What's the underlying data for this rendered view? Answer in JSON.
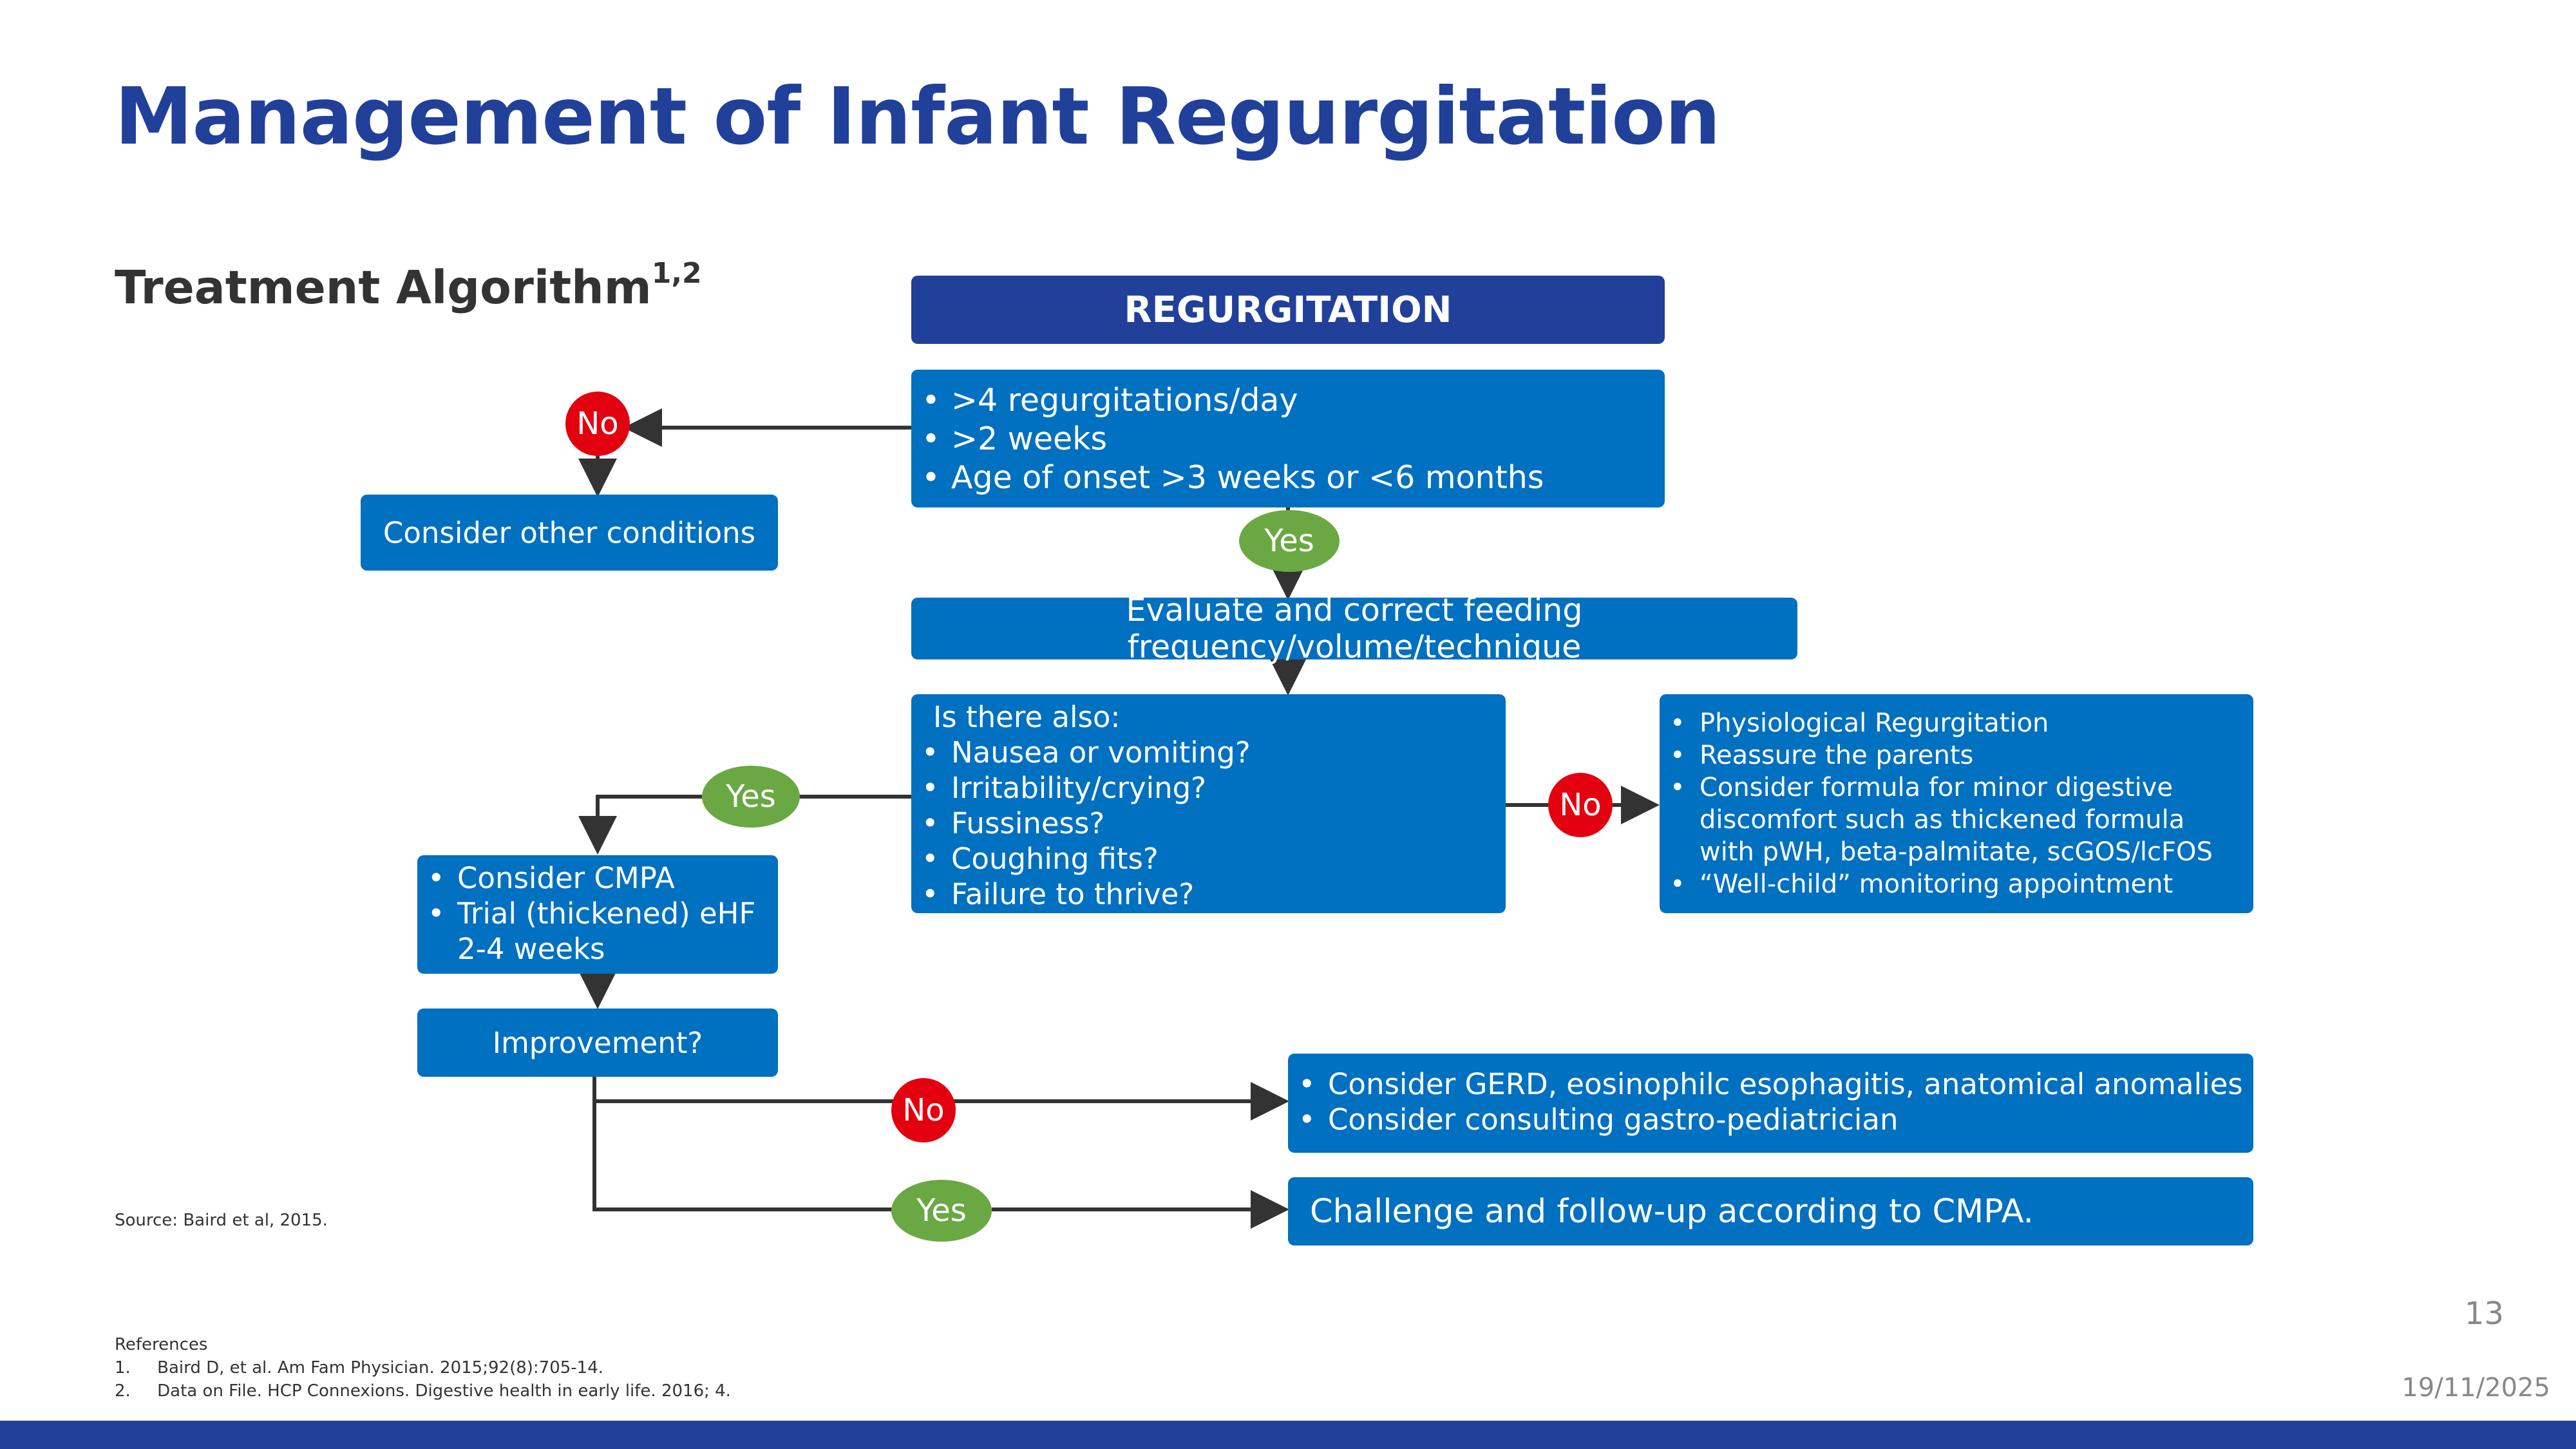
{
  "title": "Management of Infant Regurgitation",
  "subtitle": {
    "text": "Treatment Algorithm",
    "superscript": "1,2"
  },
  "flow": {
    "regurgitation": "REGURGITATION",
    "criteria": [
      ">4 regurgitations/day",
      ">2 weeks",
      "Age of onset >3 weeks or <6 months"
    ],
    "no1": "No",
    "other_conditions": "Consider other conditions",
    "yes1": "Yes",
    "evaluate": "Evaluate and correct feeding frequency/volume/technique",
    "question_intro": "Is there also:",
    "questions": [
      "Nausea or vomiting?",
      "Irritability/crying?",
      "Fussiness?",
      "Coughing fits?",
      "Failure to thrive?"
    ],
    "yes2": "Yes",
    "no2": "No",
    "physiological": [
      "Physiological Regurgitation",
      "Reassure the parents",
      "Consider formula for minor digestive discomfort such as thickened formula with pWH, beta-palmitate, scGOS/lcFOS",
      "“Well-child” monitoring appointment"
    ],
    "cmpa": [
      "Consider CMPA",
      "Trial (thickened) eHF 2-4 weeks"
    ],
    "improvement": "Improvement?",
    "no3": "No",
    "gerd": [
      "Consider GERD, eosinophilc esophagitis, anatomical anomalies",
      "Consider consulting gastro-pediatrician"
    ],
    "yes3": "Yes",
    "challenge": "Challenge and follow-up according to CMPA."
  },
  "source": "Source: Baird et al, 2015.",
  "references": {
    "heading": "References",
    "items": [
      "1.     Baird D, et al. Am Fam Physician. 2015;92(8):705-14.",
      "2.     Data on File. HCP Connexions. Digestive health in early life. 2016; 4."
    ]
  },
  "page_number": "13",
  "date": "19/11/2025",
  "colors": {
    "title": "#21409a",
    "box": "#0070c0",
    "header_box": "#21409a",
    "no": "#e3000f",
    "yes": "#6aa844"
  }
}
